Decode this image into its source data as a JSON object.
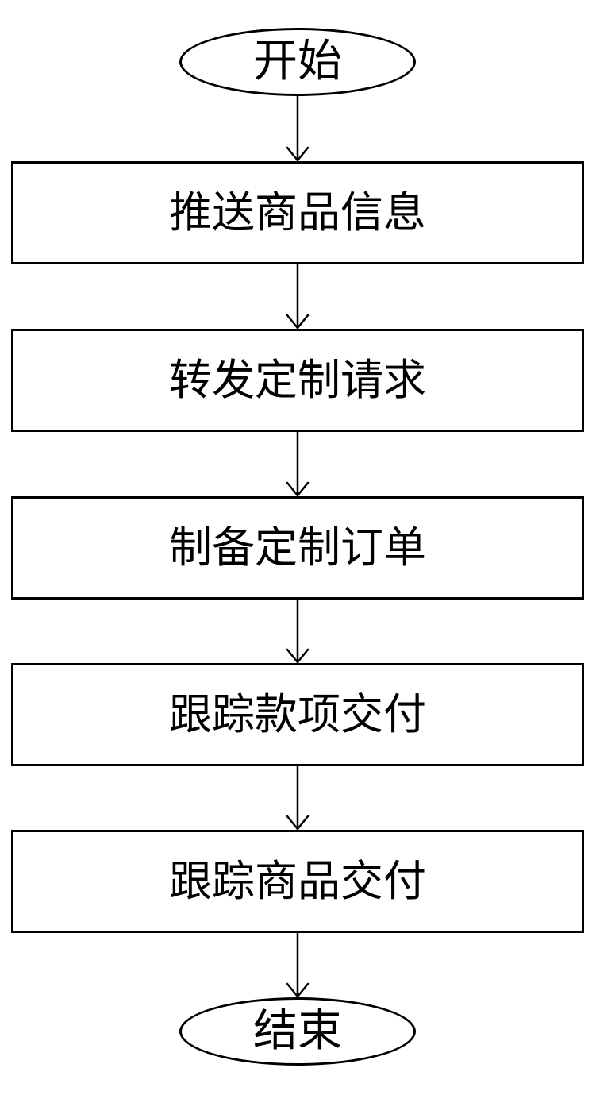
{
  "flowchart": {
    "start": "开始",
    "steps": [
      "推送商品信息",
      "转发定制请求",
      "制备定制订单",
      "跟踪款项交付",
      "跟踪商品交付"
    ],
    "end": "结束"
  }
}
